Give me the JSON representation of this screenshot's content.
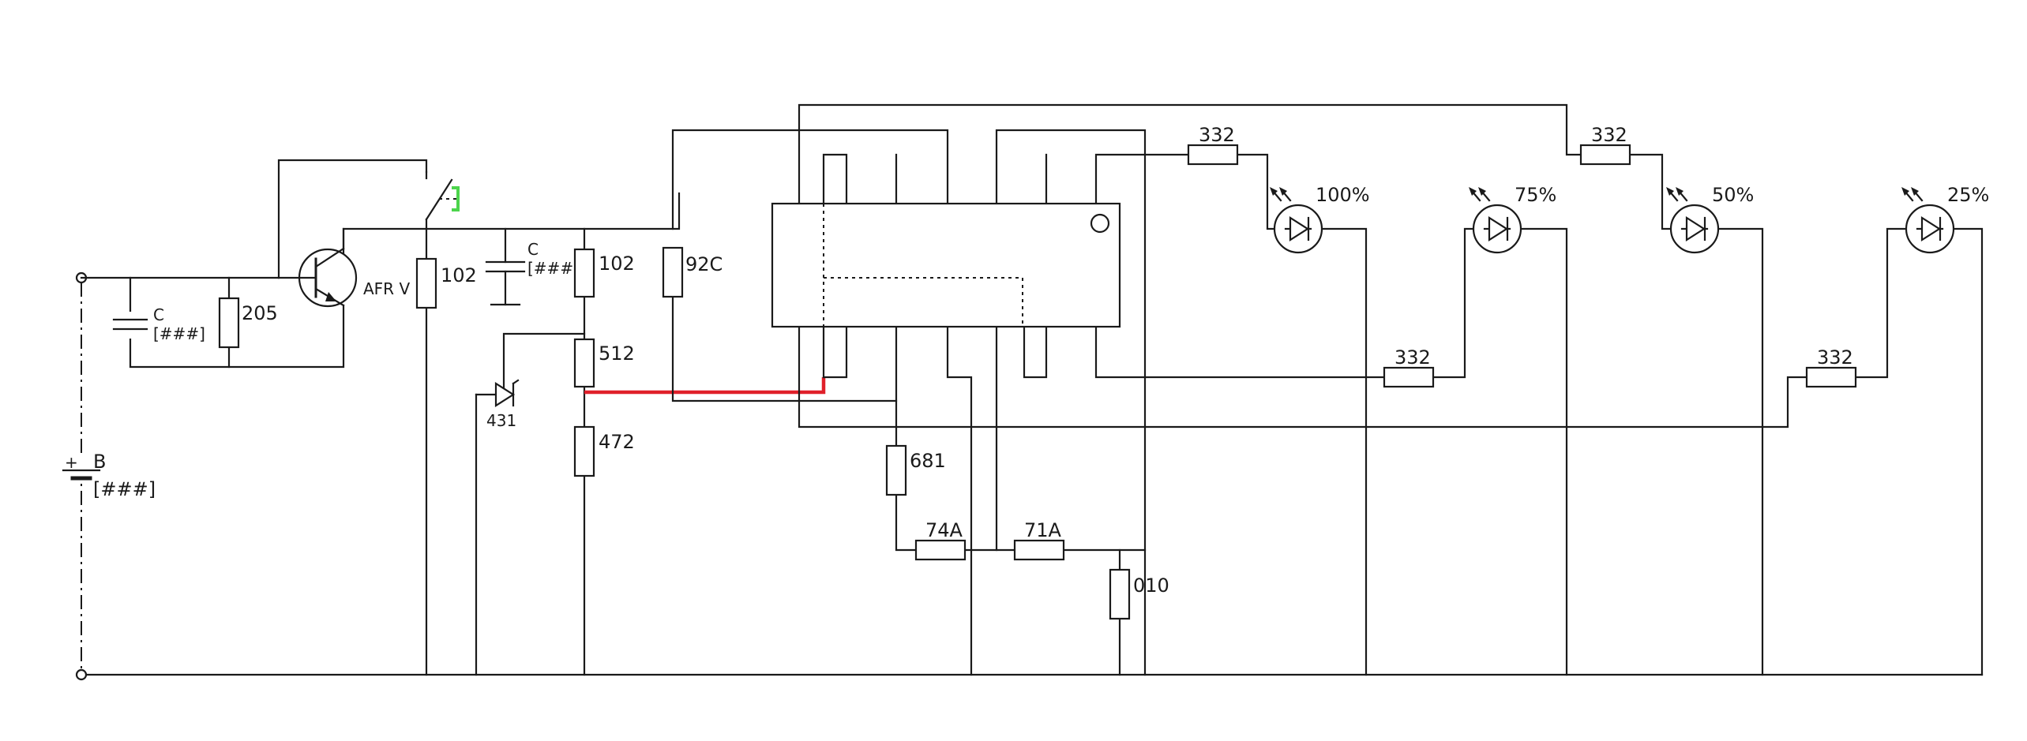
{
  "battery": {
    "label": "B",
    "value": "[###]"
  },
  "capacitors": [
    {
      "label": "C",
      "value": "[###]"
    },
    {
      "label": "C",
      "value": "[###]"
    }
  ],
  "transistor": {
    "label": "AFR V"
  },
  "resistors": {
    "r205": "205",
    "r102a": "102",
    "r102b": "102",
    "r92c": "92C",
    "r512": "512",
    "r472": "472",
    "r681": "681",
    "r74a": "74A",
    "r71a": "71A",
    "r010": "010",
    "r332_1": "332",
    "r332_2": "332",
    "r332_3": "332",
    "r332_4": "332"
  },
  "zener": {
    "label": "431"
  },
  "leds": [
    {
      "label": "100%"
    },
    {
      "label": "75%"
    },
    {
      "label": "50%"
    },
    {
      "label": "25%"
    }
  ],
  "battery_polarity": {
    "plus": "+"
  },
  "colors": {
    "highlight": "#e0202a",
    "switch_marker": "#4cd44c",
    "wire": "#1a1a1a"
  }
}
